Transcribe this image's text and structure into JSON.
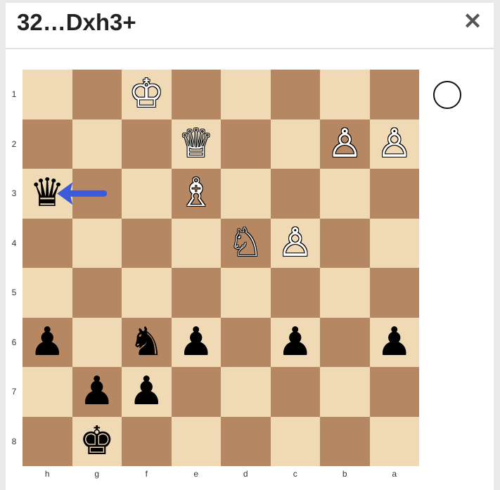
{
  "header": {
    "title": "32…Dxh3+",
    "close_icon": "close-icon"
  },
  "board": {
    "light_color": "#f0d9b5",
    "dark_color": "#b58863",
    "files": [
      "h",
      "g",
      "f",
      "e",
      "d",
      "c",
      "b",
      "a"
    ],
    "ranks": [
      "1",
      "2",
      "3",
      "4",
      "5",
      "6",
      "7",
      "8"
    ],
    "pieces": [
      {
        "square": "f1",
        "piece": "K",
        "color": "white"
      },
      {
        "square": "e2",
        "piece": "Q",
        "color": "white"
      },
      {
        "square": "b2",
        "piece": "P",
        "color": "white"
      },
      {
        "square": "a2",
        "piece": "P",
        "color": "white"
      },
      {
        "square": "h3",
        "piece": "Q",
        "color": "black"
      },
      {
        "square": "e3",
        "piece": "B",
        "color": "white"
      },
      {
        "square": "d4",
        "piece": "N",
        "color": "white"
      },
      {
        "square": "c4",
        "piece": "P",
        "color": "white"
      },
      {
        "square": "h6",
        "piece": "P",
        "color": "black"
      },
      {
        "square": "f6",
        "piece": "N",
        "color": "black"
      },
      {
        "square": "e6",
        "piece": "P",
        "color": "black"
      },
      {
        "square": "c6",
        "piece": "P",
        "color": "black"
      },
      {
        "square": "a6",
        "piece": "P",
        "color": "black"
      },
      {
        "square": "g7",
        "piece": "P",
        "color": "black"
      },
      {
        "square": "f7",
        "piece": "P",
        "color": "black"
      },
      {
        "square": "g8",
        "piece": "K",
        "color": "black"
      }
    ],
    "move_arrow": {
      "from": "g3",
      "to": "h3",
      "color": "#3b5bdb"
    }
  },
  "side_to_move": "white"
}
